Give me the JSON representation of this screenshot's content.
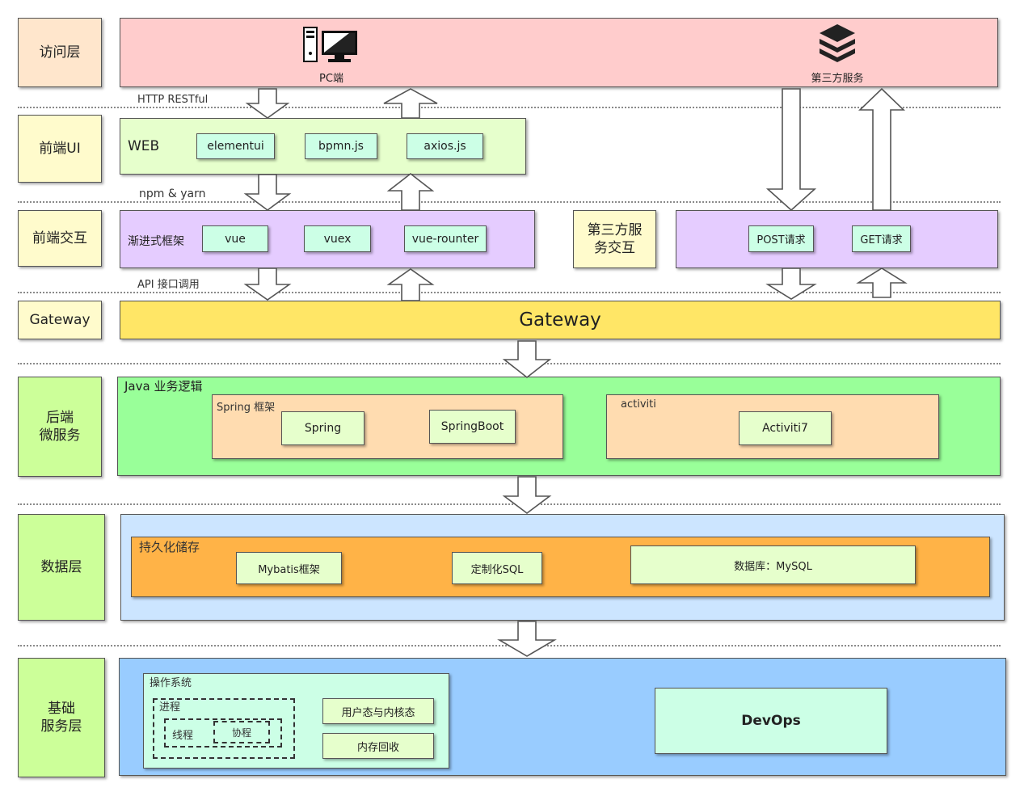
{
  "layers": {
    "access": "访问层",
    "frontend_ui": "前端UI",
    "frontend_interaction": "前端交互",
    "gateway": "Gateway",
    "backend": "后端\n微服务",
    "data": "数据层",
    "infra": "基础\n服务层"
  },
  "access": {
    "pc_label": "PC端",
    "pc_icon": "desktop-computer-icon",
    "third_label": "第三方服务",
    "third_icon": "stacked-layers-icon"
  },
  "protocols": {
    "http": "HTTP RESTful",
    "npm": "npm & yarn",
    "api": "API 接口调用"
  },
  "web": {
    "title": "WEB",
    "chips": [
      "elementui",
      "bpmn.js",
      "axios.js"
    ]
  },
  "framework": {
    "title": "渐进式框架",
    "chips": [
      "vue",
      "vuex",
      "vue-rounter"
    ]
  },
  "third_interaction": {
    "title": "第三方服\n务交互",
    "chips": [
      "POST请求",
      "GET请求"
    ]
  },
  "gateway_bar": "Gateway",
  "backend": {
    "title": "Java 业务逻辑",
    "spring": {
      "title": "Spring 框架",
      "items": [
        "Spring",
        "SpringBoot"
      ]
    },
    "activiti": {
      "title": "activiti",
      "items": [
        "Activiti7"
      ]
    }
  },
  "data": {
    "title": "持久化储存",
    "items": [
      "Mybatis框架",
      "定制化SQL",
      "数据库：MySQL"
    ]
  },
  "infra": {
    "os_title": "操作系统",
    "process": "进程",
    "thread": "线程",
    "coroutine": "协程",
    "user_kernel": "用户态与内核态",
    "memory": "内存回收",
    "devops": "DevOps"
  },
  "colors": {
    "access_bg": "#ffcccc",
    "web_bg": "#e6ffcc",
    "interaction_bg": "#e5ccff",
    "gateway_bg": "#ffe666",
    "backend_bg": "#99ff99",
    "spring_bg": "#ffdcb0",
    "data_bg": "#cce5ff",
    "persist_bg": "#ffb347",
    "infra_bg": "#99ccff",
    "chip_bg": "#ccffe6",
    "layer_label_bg": "#fffbcc"
  }
}
